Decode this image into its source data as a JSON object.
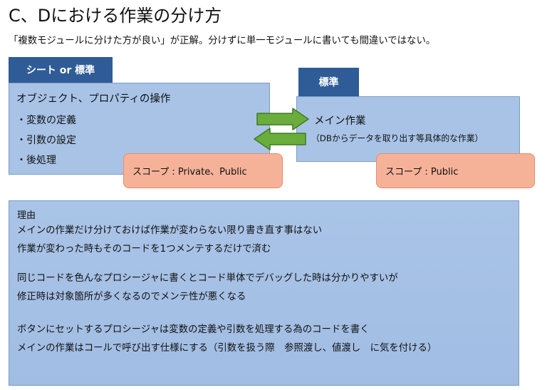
{
  "title": "C、Dにおける作業の分け方",
  "subtitle": "「複数モジュールに分けた方が良い」が正解。分けずに単一モジュールに書いても間違いではない。",
  "left_box": {
    "tab_label": "シート or 標準",
    "heading": "オブジェクト、プロパティの操作",
    "items": [
      "・変数の定義",
      "・引数の設定",
      "・後処理"
    ],
    "scope": "スコープ : Private、Public"
  },
  "right_box": {
    "tab_label": "標準",
    "heading": "メイン作業",
    "sub": "（DBからデータを取り出す等具体的な作業）",
    "scope": "スコープ : Public"
  },
  "reason": {
    "heading": "理由",
    "lines": [
      "メインの作業だけ分けておけば作業が変わらない限り書き直す事はない",
      "作業が変わった時もそのコードを1つメンテするだけで済む",
      "同じコードを色んなプロシージャに書くとコード単体でデバッグした時は分かりやすいが",
      "修正時は対象箇所が多くなるのでメンテ性が悪くなる",
      "ボタンにセットするプロシージャは変数の定義や引数を処理する為のコードを書く",
      "メインの作業はコールで呼び出す仕様にする（引数を扱う際　参照渡し、値渡し　に気を付ける）"
    ]
  },
  "colors": {
    "tab": "#2f5c97",
    "panel": "#a8c3e6",
    "scope": "#f5b299",
    "arrow": "#6aad3d"
  }
}
